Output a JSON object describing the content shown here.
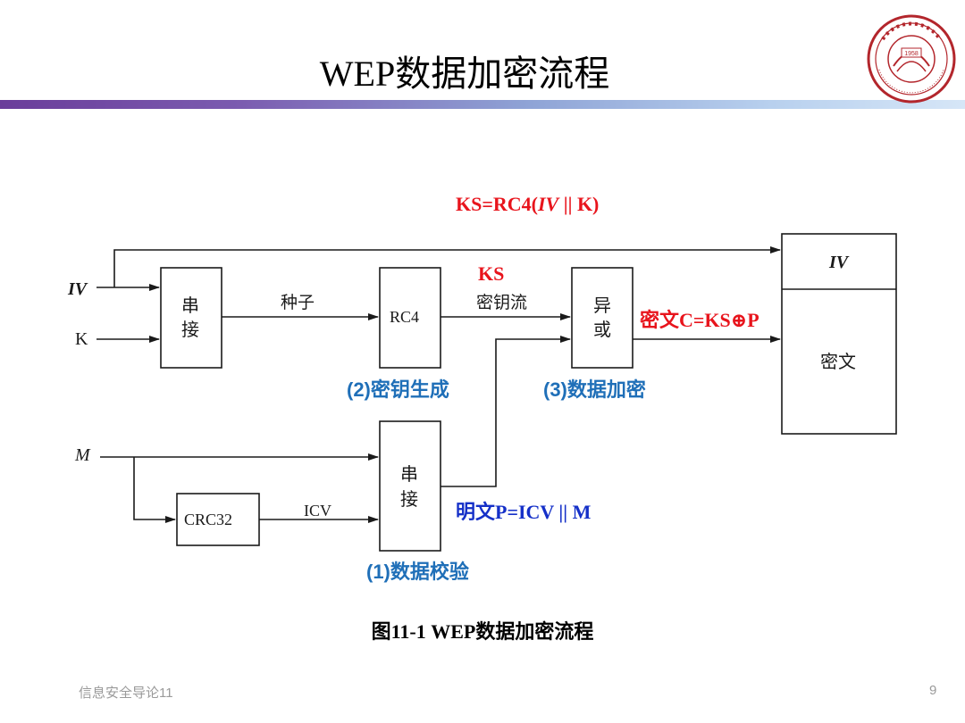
{
  "slide": {
    "title": "WEP数据加密流程",
    "caption": "图11-1 WEP数据加密流程",
    "footer_left": "信息安全导论11",
    "page_number": "9"
  },
  "logo": {
    "year": "1958"
  },
  "diagram": {
    "inputs": {
      "iv": "IV",
      "k": "K",
      "m": "M"
    },
    "boxes": {
      "concat_top": [
        "串",
        "接"
      ],
      "rc4": "RC4",
      "xor": [
        "异",
        "或"
      ],
      "concat_bottom": [
        "串",
        "接"
      ],
      "crc32": "CRC32",
      "output_iv": "IV",
      "output_cipher": "密文"
    },
    "edge_labels": {
      "seed": "种子",
      "keystream": "密钥流",
      "icv": "ICV"
    },
    "annotations": {
      "ks_formula_prefix": "KS=RC4(",
      "ks_formula_iv": "IV",
      "ks_formula_suffix": " || K)",
      "ks": "KS",
      "cipher_formula": "密文C=KS⊕P",
      "step2": "(2)密钥生成",
      "step3": "(3)数据加密",
      "plaintext_formula": "明文P=ICV || M",
      "step1": "(1)数据校验"
    },
    "colors": {
      "annotation_red": "#e8141c",
      "annotation_blue": "#1f6fb8",
      "formula_blue": "#1530c8"
    }
  }
}
